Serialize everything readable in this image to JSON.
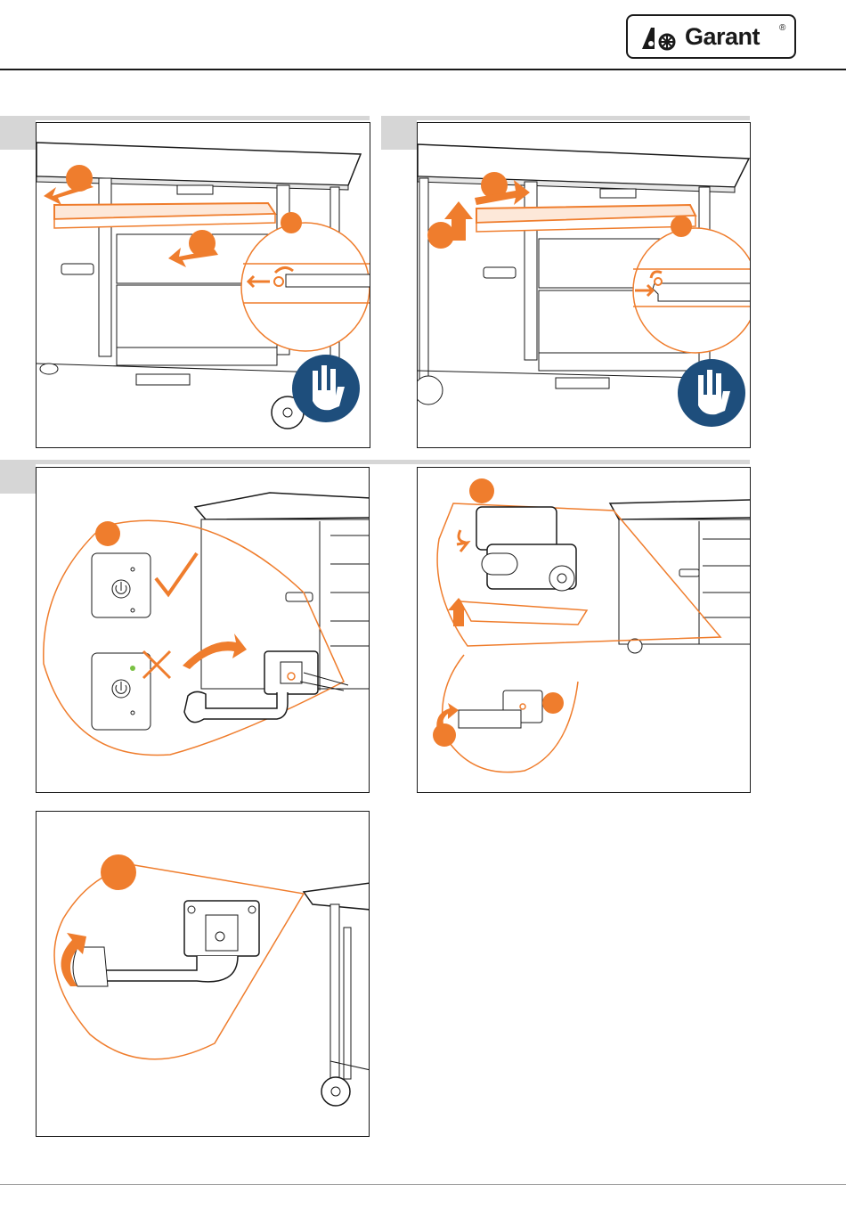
{
  "header": {
    "brand": "Garant",
    "registered": "®",
    "logo_icon": "garant-logo-icon"
  },
  "colors": {
    "accent": "#ef7d2d",
    "safety_blue": "#1e4e7c",
    "line": "#1a1a1a",
    "tab_gray": "#d6d6d6"
  },
  "panels": [
    {
      "id": "remove-top-tray",
      "icons": [
        "arrow-pull-icon",
        "arrow-lift-icon",
        "detail-zoom-icon",
        "gloves-icon"
      ]
    },
    {
      "id": "insert-top-tray",
      "icons": [
        "arrow-push-icon",
        "arrow-up-icon",
        "detail-zoom-icon",
        "gloves-icon"
      ]
    },
    {
      "id": "power-switch-handle",
      "icons": [
        "power-button-icon",
        "checkmark-icon",
        "cross-icon",
        "arrow-curve-icon"
      ]
    },
    {
      "id": "motor-handle-release",
      "icons": [
        "motor-icon",
        "arrow-rotate-icon",
        "arrow-up-icon"
      ]
    },
    {
      "id": "handle-rotate",
      "icons": [
        "handle-icon",
        "arrow-rotate-icon"
      ]
    }
  ]
}
